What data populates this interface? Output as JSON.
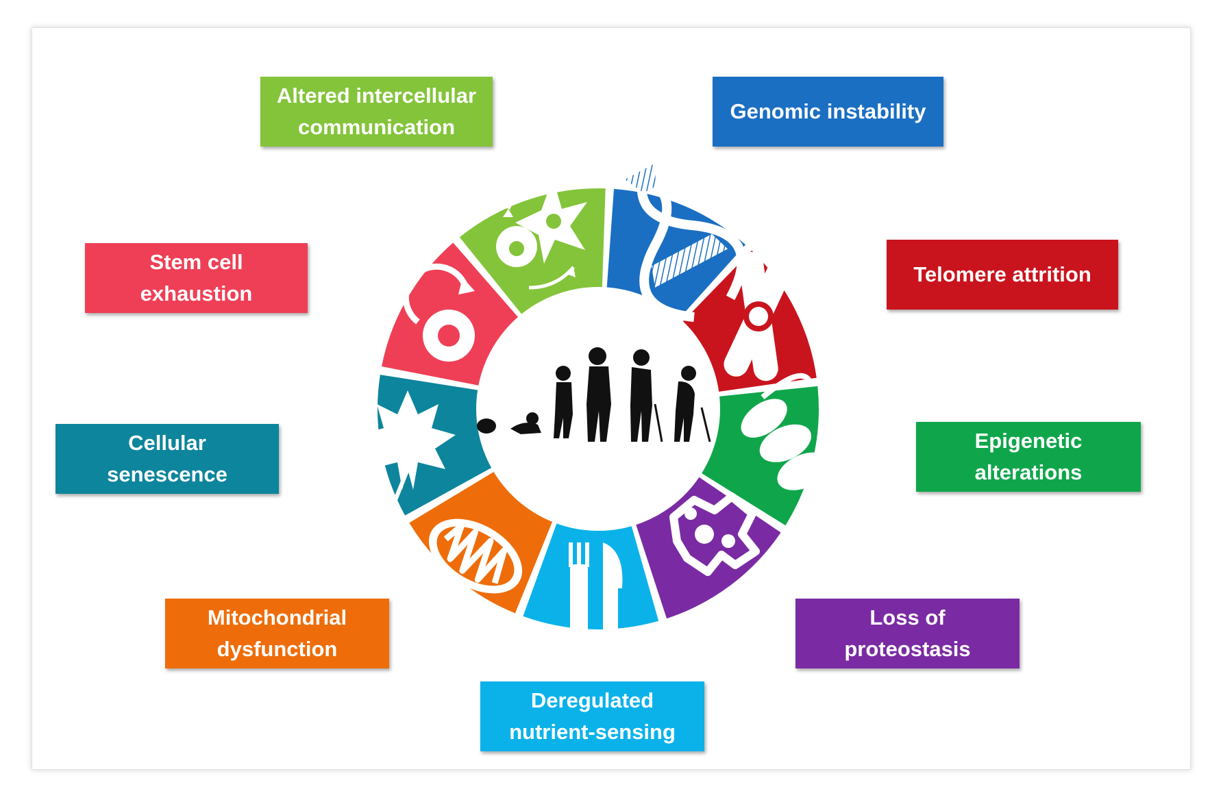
{
  "hallmarks": [
    {
      "id": "genomic",
      "label": "Genomic instability",
      "color": "#1a6fc2"
    },
    {
      "id": "telomere",
      "label": "Telomere attrition",
      "color": "#c9141e"
    },
    {
      "id": "epigenetic",
      "label": "Epigenetic\nalterations",
      "color": "#0fa64b"
    },
    {
      "id": "proteostasis",
      "label": "Loss of\nproteostasis",
      "color": "#7a2ba3"
    },
    {
      "id": "nutrient",
      "label": "Deregulated\nnutrient-sensing",
      "color": "#0bb2ea"
    },
    {
      "id": "mitochondrial",
      "label": "Mitochondrial\ndysfunction",
      "color": "#ee6d0a"
    },
    {
      "id": "senescence",
      "label": "Cellular\nsenescence",
      "color": "#0d859c"
    },
    {
      "id": "stemcell",
      "label": "Stem cell\nexhaustion",
      "color": "#ef3f56"
    },
    {
      "id": "intercellular",
      "label": "Altered intercellular\ncommunication",
      "color": "#84c43a"
    }
  ],
  "icons": [
    "dna-helix-icon",
    "chromosome-icon",
    "chromatin-icon",
    "protein-icon",
    "fork-knife-icon",
    "mitochondrion-icon",
    "leaf-icon",
    "stem-cell-icon",
    "cell-communication-icon",
    "human-aging-silhouettes-icon"
  ]
}
